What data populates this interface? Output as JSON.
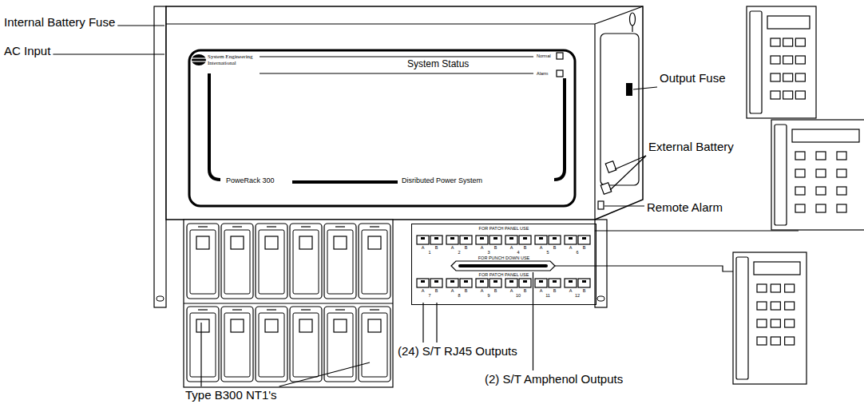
{
  "diagram": {
    "nodes": [
      {
        "text": [
          "System Engineering International",
          "System Status",
          "Normal",
          "Alarm",
          "PoweRack 300",
          "Disributed Power System"
        ]
      },
      {
        "text": [
          "FOR PATCH PANEL USE",
          "FOR PUNCH DOWN USE",
          "FOR PATCH PANEL USE"
        ]
      }
    ],
    "labels": [
      "Internal Battery Fuse",
      "AC Input",
      "Output Fuse",
      "External Battery",
      "Remote Alarm",
      "(24) S/T RJ45 Outputs",
      "(2) S/T Amphenol Outputs",
      "Type B300 NT1's",
      "A",
      "B",
      "1",
      "A",
      "B",
      "2",
      "A",
      "B",
      "3",
      "A",
      "B",
      "4",
      "A",
      "B",
      "5",
      "A",
      "B",
      "6",
      "A",
      "B",
      "7",
      "A",
      "B",
      "8",
      "A",
      "B",
      "9",
      "A",
      "B",
      "10",
      "A",
      "B",
      "11",
      "A",
      "B",
      "12"
    ]
  }
}
